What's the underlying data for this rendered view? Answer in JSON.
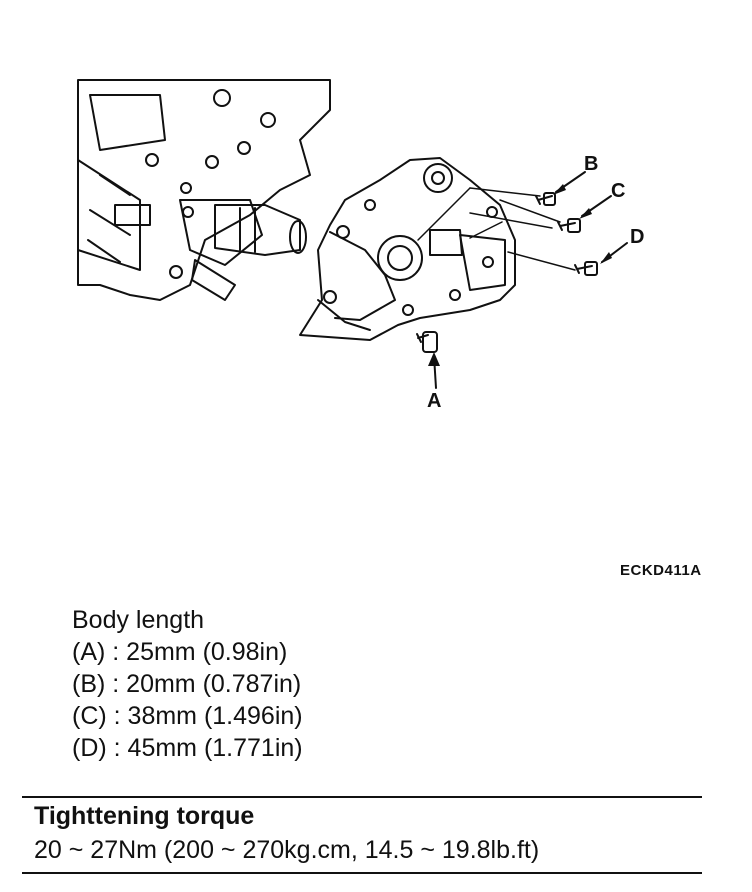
{
  "diagram": {
    "callouts": {
      "a": "A",
      "b": "B",
      "c": "C",
      "d": "D"
    },
    "figure_code": "ECKD411A"
  },
  "body_length": {
    "heading": "Body length",
    "items": [
      "(A) : 25mm (0.98in)",
      "(B) : 20mm (0.787in)",
      "(C) : 38mm (1.496in)",
      "(D) : 45mm (1.771in)"
    ]
  },
  "torque": {
    "title": "Tighttening torque",
    "value": "20 ~ 27Nm (200 ~ 270kg.cm, 14.5 ~ 19.8lb.ft)"
  }
}
